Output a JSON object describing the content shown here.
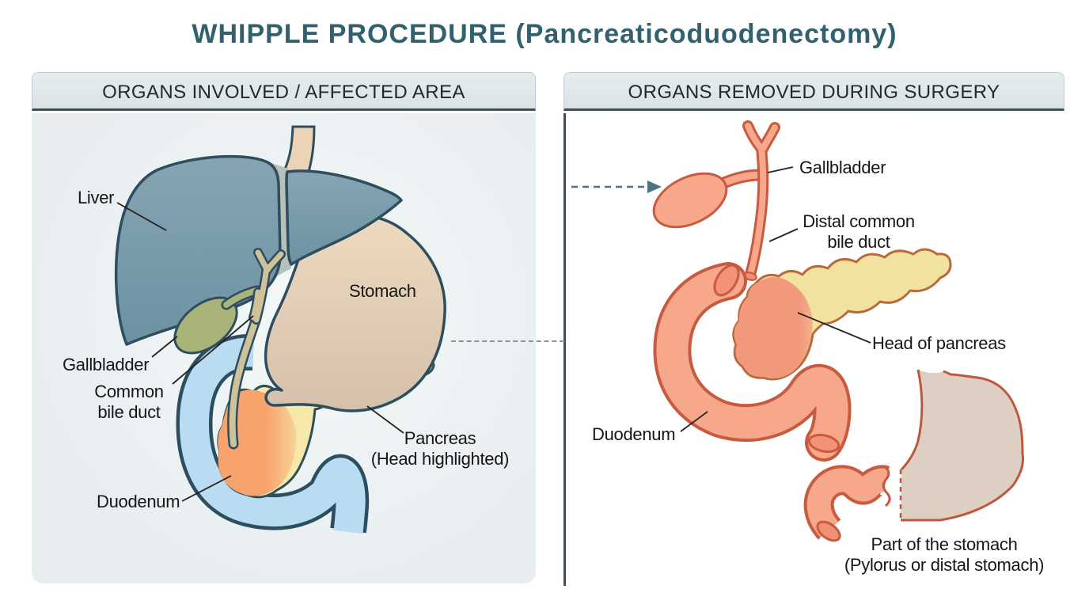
{
  "title": "WHIPPLE PROCEDURE (Pancreaticoduodenectomy)",
  "panels": {
    "left": {
      "header": "ORGANS INVOLVED / AFFECTED AREA",
      "labels": {
        "liver": "Liver",
        "stomach": "Stomach",
        "gallbladder": "Gallbladder",
        "common_bile_duct": [
          "Common",
          "bile duct"
        ],
        "pancreas": [
          "Pancreas",
          "(Head highlighted)"
        ],
        "duodenum": "Duodenum"
      }
    },
    "right": {
      "header": "ORGANS REMOVED DURING SURGERY",
      "labels": {
        "gallbladder": "Gallbladder",
        "distal_common_bile_duct": [
          "Distal common",
          "bile duct"
        ],
        "head_of_pancreas": "Head of pancreas",
        "duodenum": "Duodenum",
        "part_of_stomach": [
          "Part of the stomach",
          "(Pylorus or distal stomach)"
        ]
      }
    }
  },
  "colors": {
    "title_text": "#31606f",
    "header_bg": "#dfe7ea",
    "header_text": "#23292d",
    "panel_bg": "#e9eff1",
    "divider": "#3d5058",
    "label_text": "#161616",
    "outline_left": "#2d4e5f",
    "liver": "#7d9dab",
    "esophagus": "#ecd3b6",
    "gallbladder_left": "#a9b478",
    "bile_duct_left": "#cfc29b",
    "stomach_left": "#ddc9b5",
    "duodenum_left": "#badcf2",
    "pancreas_tail_left": "#f5e8a9",
    "pancreas_head_left": "#f8a26c",
    "removed_organ": "#f7a78b",
    "removed_organ_outline": "#c85a3f",
    "removed_pancreas_tail": "#f2e2a0",
    "removed_pancreas_outline": "#b96a3c",
    "stomach_remnant": "#ddcfc2",
    "stomach_remnant_outline": "#bf5740",
    "transfer_arrow": "#4d7386",
    "connector_dash": "#8d9697"
  }
}
